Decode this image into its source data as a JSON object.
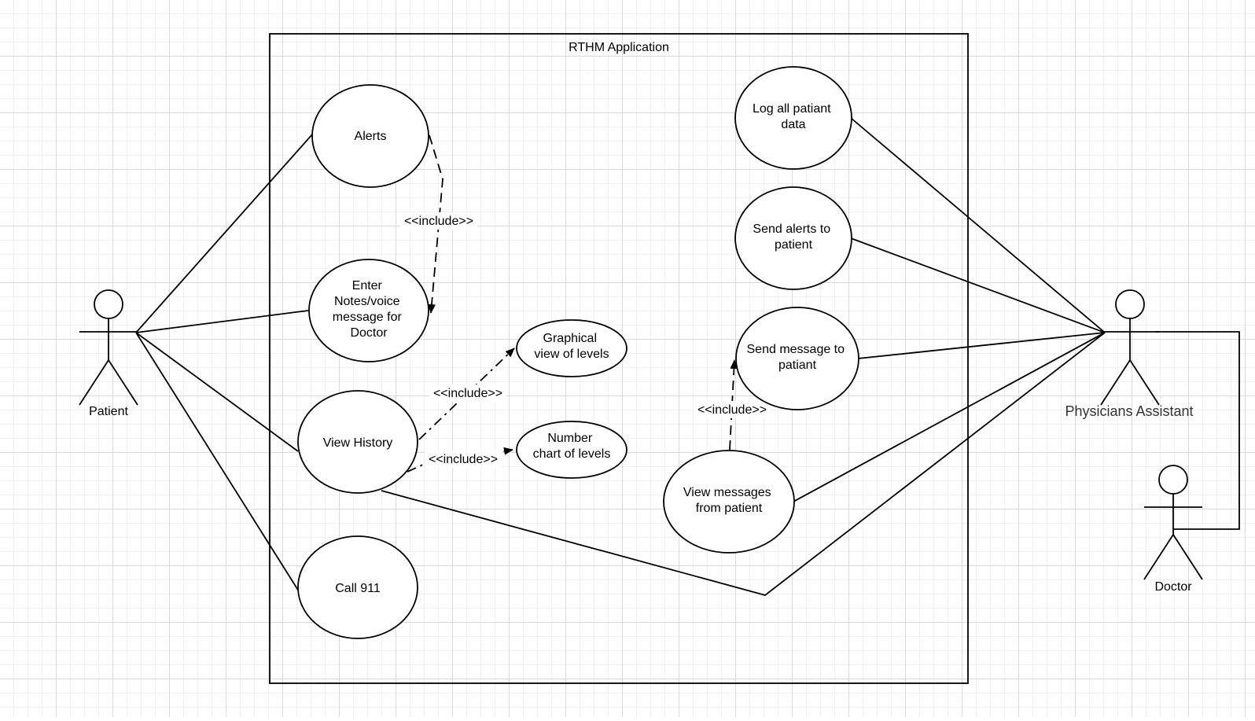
{
  "diagram": {
    "system_title": "RTHM Application",
    "actors": {
      "patient": "Patient",
      "physicians_assistant": "Physicians Assistant",
      "doctor": "Doctor"
    },
    "use_cases": {
      "alerts": [
        "Alerts"
      ],
      "enter_notes": [
        "Enter",
        "Notes/voice",
        "message for",
        "Doctor"
      ],
      "view_history": [
        "View History"
      ],
      "call_911": [
        "Call 911"
      ],
      "graphical_view": [
        "Graphical",
        "view of levels"
      ],
      "number_chart": [
        "Number",
        "chart of levels"
      ],
      "log_all": [
        "Log all patiant",
        "data"
      ],
      "send_alerts": [
        "Send alerts to",
        "patient"
      ],
      "send_message": [
        "Send message to",
        "patiant"
      ],
      "view_messages": [
        "View messages",
        "from patient"
      ]
    },
    "include_label": "<<include>>",
    "colors": {
      "line": "#000000",
      "grid_major": "#d9d9d9",
      "grid_minor": "#efefef",
      "background": "#ffffff",
      "pa_label": "#333333"
    }
  }
}
